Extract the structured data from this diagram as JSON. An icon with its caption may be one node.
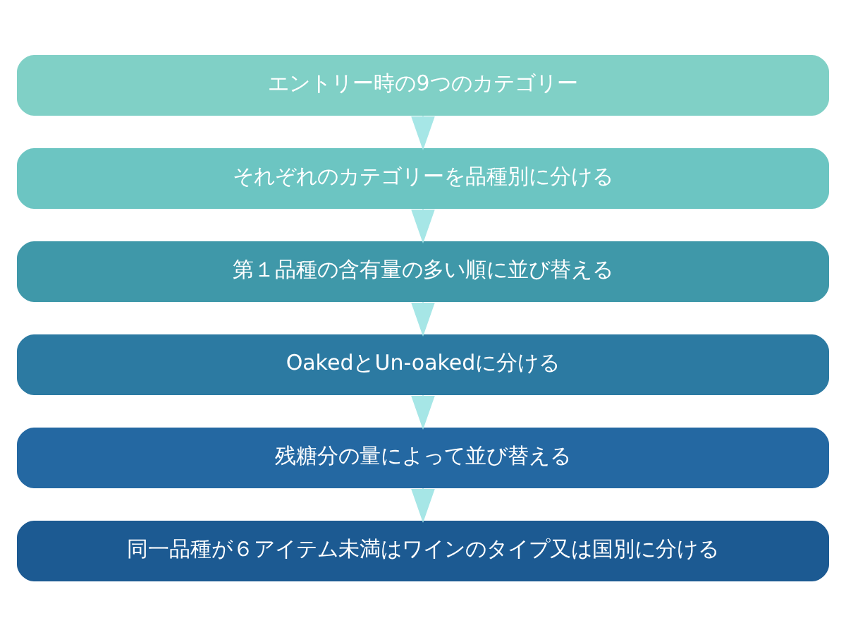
{
  "diagram": {
    "nodes": [
      {
        "text": [
          "エントリー時の9つのカテゴリー"
        ]
      },
      {
        "text": [
          "それぞれのカテゴリーを品種別に分ける"
        ]
      },
      {
        "text": [
          "第１品種の含有量の多い順に並び替える"
        ]
      },
      {
        "text": [
          "OakedとUn-oakedに分ける"
        ]
      },
      {
        "text": [
          "残糖分の量によって並び替える"
        ]
      },
      {
        "text": [
          "同一品種が６アイテム未満はワインのタイプ又は国別に分ける"
        ]
      }
    ],
    "edges": [
      {
        "from": 0,
        "to": 1,
        "arrow": "to"
      },
      {
        "from": 1,
        "to": 2,
        "arrow": "to"
      },
      {
        "from": 2,
        "to": 3,
        "arrow": "to"
      },
      {
        "from": 3,
        "to": 4,
        "arrow": "to"
      },
      {
        "from": 4,
        "to": 5,
        "arrow": "to"
      }
    ]
  }
}
